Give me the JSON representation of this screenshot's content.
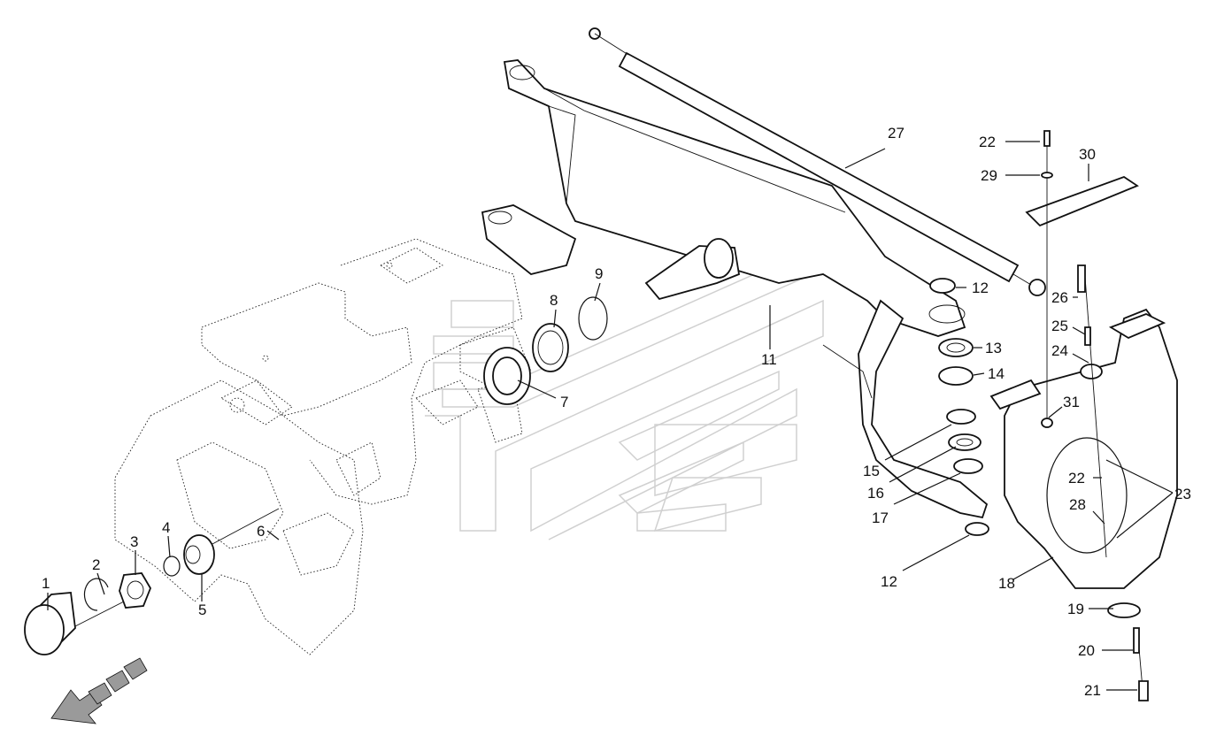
{
  "diagram": {
    "callouts": [
      {
        "id": "c1",
        "text": "1"
      },
      {
        "id": "c2",
        "text": "2"
      },
      {
        "id": "c3",
        "text": "3"
      },
      {
        "id": "c4",
        "text": "4"
      },
      {
        "id": "c5",
        "text": "5"
      },
      {
        "id": "c6",
        "text": "6"
      },
      {
        "id": "c7",
        "text": "7"
      },
      {
        "id": "c8",
        "text": "8"
      },
      {
        "id": "c9",
        "text": "9"
      },
      {
        "id": "c11",
        "text": "11"
      },
      {
        "id": "c12a",
        "text": "12"
      },
      {
        "id": "c12b",
        "text": "12"
      },
      {
        "id": "c13",
        "text": "13"
      },
      {
        "id": "c14",
        "text": "14"
      },
      {
        "id": "c15",
        "text": "15"
      },
      {
        "id": "c16",
        "text": "16"
      },
      {
        "id": "c17",
        "text": "17"
      },
      {
        "id": "c18",
        "text": "18"
      },
      {
        "id": "c19",
        "text": "19"
      },
      {
        "id": "c20",
        "text": "20"
      },
      {
        "id": "c21",
        "text": "21"
      },
      {
        "id": "c22a",
        "text": "22"
      },
      {
        "id": "c22b",
        "text": "22"
      },
      {
        "id": "c23",
        "text": "23"
      },
      {
        "id": "c24",
        "text": "24"
      },
      {
        "id": "c25",
        "text": "25"
      },
      {
        "id": "c26",
        "text": "26"
      },
      {
        "id": "c27",
        "text": "27"
      },
      {
        "id": "c28",
        "text": "28"
      },
      {
        "id": "c29",
        "text": "29"
      },
      {
        "id": "c30",
        "text": "30"
      },
      {
        "id": "c31",
        "text": "31"
      }
    ]
  },
  "colors": {
    "line": "#111111",
    "watermark": "#d0d0d0",
    "background": "#ffffff"
  },
  "icons": {
    "direction_arrow": "forward-direction-arrow-icon"
  }
}
